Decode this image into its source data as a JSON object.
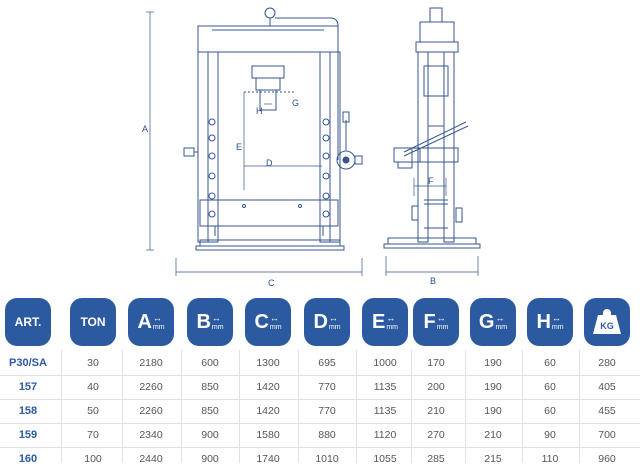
{
  "drawing": {
    "labels": {
      "a": "A",
      "b": "B",
      "c": "C",
      "d": "D",
      "e": "E",
      "f": "F",
      "g": "G",
      "h": "H"
    }
  },
  "table": {
    "columns": [
      {
        "key": "art",
        "label": "ART.",
        "type": "text",
        "icon": "text-badge"
      },
      {
        "key": "ton",
        "label": "TON",
        "type": "text",
        "icon": "text-badge"
      },
      {
        "key": "a",
        "label": "A",
        "unit": "mm",
        "type": "dim",
        "icon": "double-arrow-icon"
      },
      {
        "key": "b",
        "label": "B",
        "unit": "mm",
        "type": "dim",
        "icon": "double-arrow-icon"
      },
      {
        "key": "c",
        "label": "C",
        "unit": "mm",
        "type": "dim",
        "icon": "double-arrow-icon"
      },
      {
        "key": "d",
        "label": "D",
        "unit": "mm",
        "type": "dim",
        "icon": "double-arrow-icon"
      },
      {
        "key": "e",
        "label": "E",
        "unit": "mm",
        "type": "dim",
        "icon": "double-arrow-icon"
      },
      {
        "key": "f",
        "label": "F",
        "unit": "mm",
        "type": "dim",
        "icon": "double-arrow-icon"
      },
      {
        "key": "g",
        "label": "G",
        "unit": "mm",
        "type": "dim",
        "icon": "double-arrow-icon"
      },
      {
        "key": "h",
        "label": "H",
        "unit": "mm",
        "type": "dim",
        "icon": "double-arrow-icon"
      },
      {
        "key": "kg",
        "label": "KG",
        "type": "weight",
        "icon": "weight-icon"
      }
    ],
    "rows": [
      [
        "P30/SA",
        "30",
        "2180",
        "600",
        "1300",
        "695",
        "1000",
        "170",
        "190",
        "60",
        "280"
      ],
      [
        "157",
        "40",
        "2260",
        "850",
        "1420",
        "770",
        "1135",
        "200",
        "190",
        "60",
        "405"
      ],
      [
        "158",
        "50",
        "2260",
        "850",
        "1420",
        "770",
        "1135",
        "210",
        "190",
        "60",
        "455"
      ],
      [
        "159",
        "70",
        "2340",
        "900",
        "1580",
        "880",
        "1120",
        "270",
        "210",
        "90",
        "700"
      ],
      [
        "160",
        "100",
        "2440",
        "900",
        "1740",
        "1010",
        "1055",
        "285",
        "215",
        "110",
        "960"
      ]
    ]
  },
  "colors": {
    "accent": "#2c5aa0",
    "line": "#34558f",
    "text": "#555555"
  }
}
